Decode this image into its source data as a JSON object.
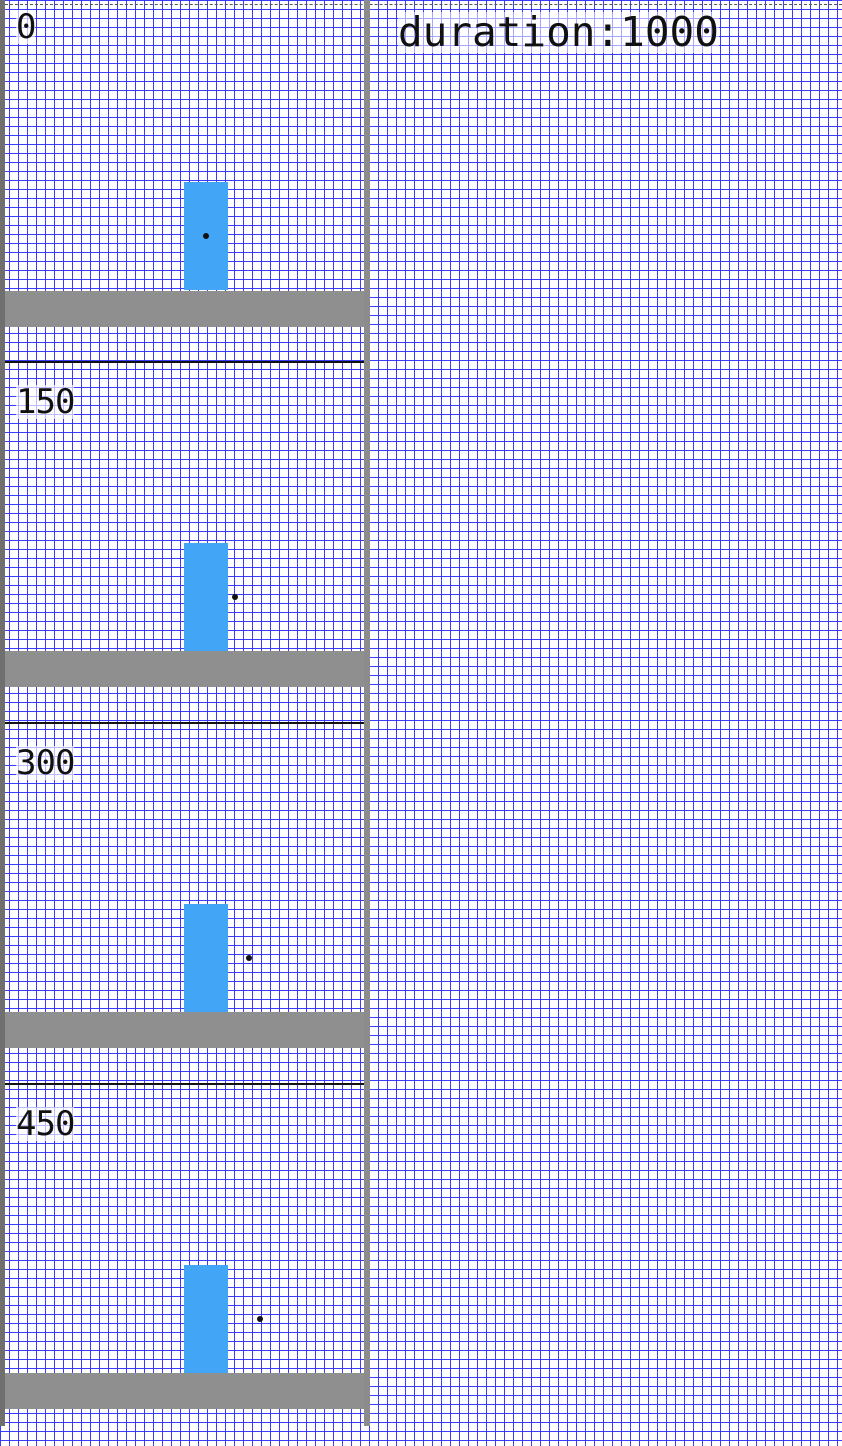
{
  "duration": {
    "label": "duration:",
    "value": "1000"
  },
  "frames": [
    {
      "label": "0"
    },
    {
      "label": "150"
    },
    {
      "label": "300"
    },
    {
      "label": "450"
    }
  ],
  "colors": {
    "grid": "#3232ff",
    "bar": "#42a5f5",
    "floor": "#8f8f8f",
    "divider": "#8c8c8c",
    "dot": "#111111"
  }
}
